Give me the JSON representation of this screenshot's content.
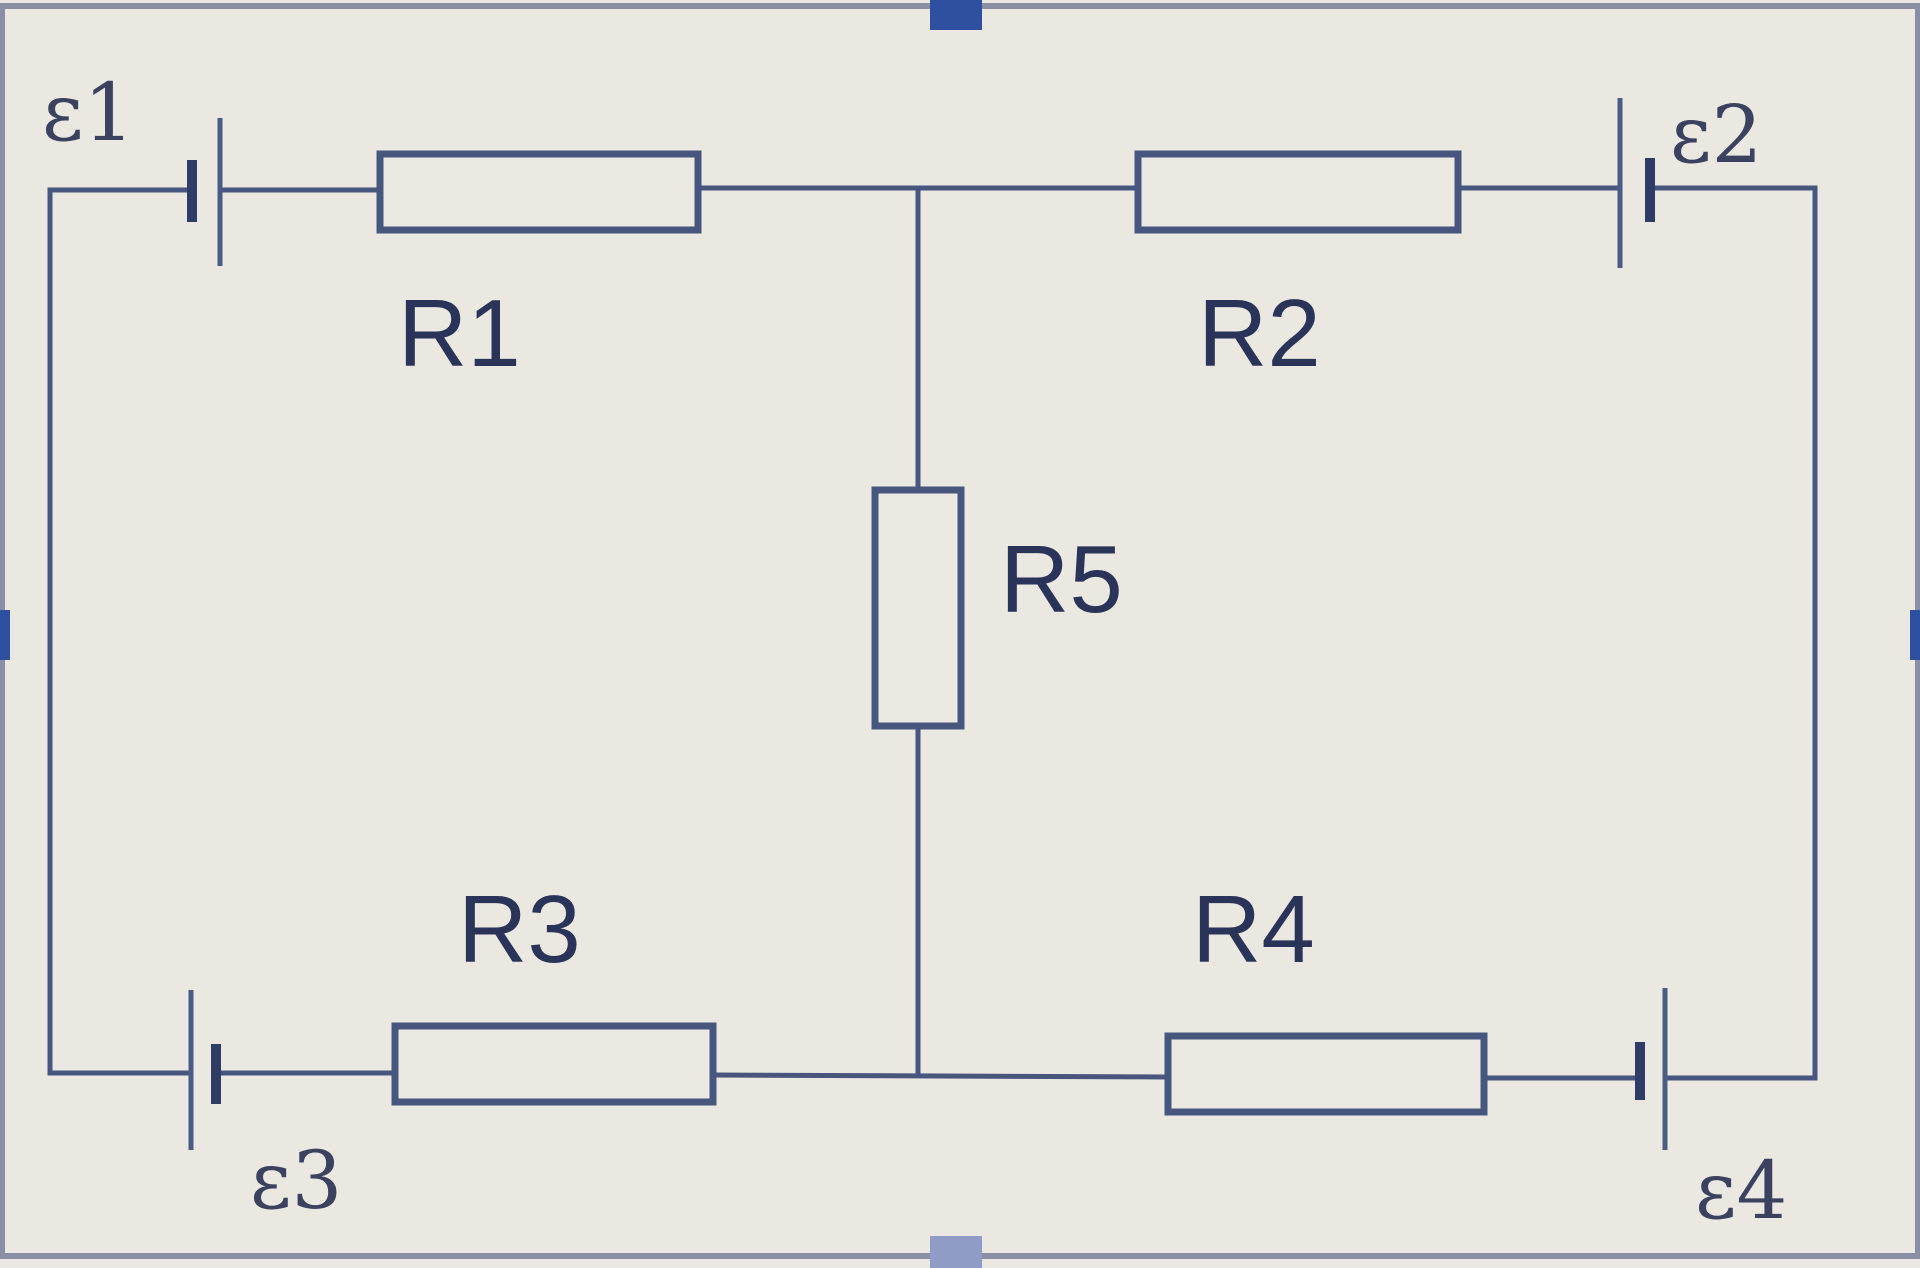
{
  "diagram": {
    "type": "electrical-circuit",
    "resistors": [
      {
        "id": "R1",
        "label": "R1"
      },
      {
        "id": "R2",
        "label": "R2"
      },
      {
        "id": "R3",
        "label": "R3"
      },
      {
        "id": "R4",
        "label": "R4"
      },
      {
        "id": "R5",
        "label": "R5"
      }
    ],
    "sources": [
      {
        "id": "e1",
        "label": "ε1"
      },
      {
        "id": "e2",
        "label": "ε2"
      },
      {
        "id": "e3",
        "label": "ε3"
      },
      {
        "id": "e4",
        "label": "ε4"
      }
    ],
    "colors": {
      "wire": "#46567e",
      "label": "#2a3358",
      "background": "#ebe8e2",
      "selection_handle": "#2f4fa0"
    }
  }
}
